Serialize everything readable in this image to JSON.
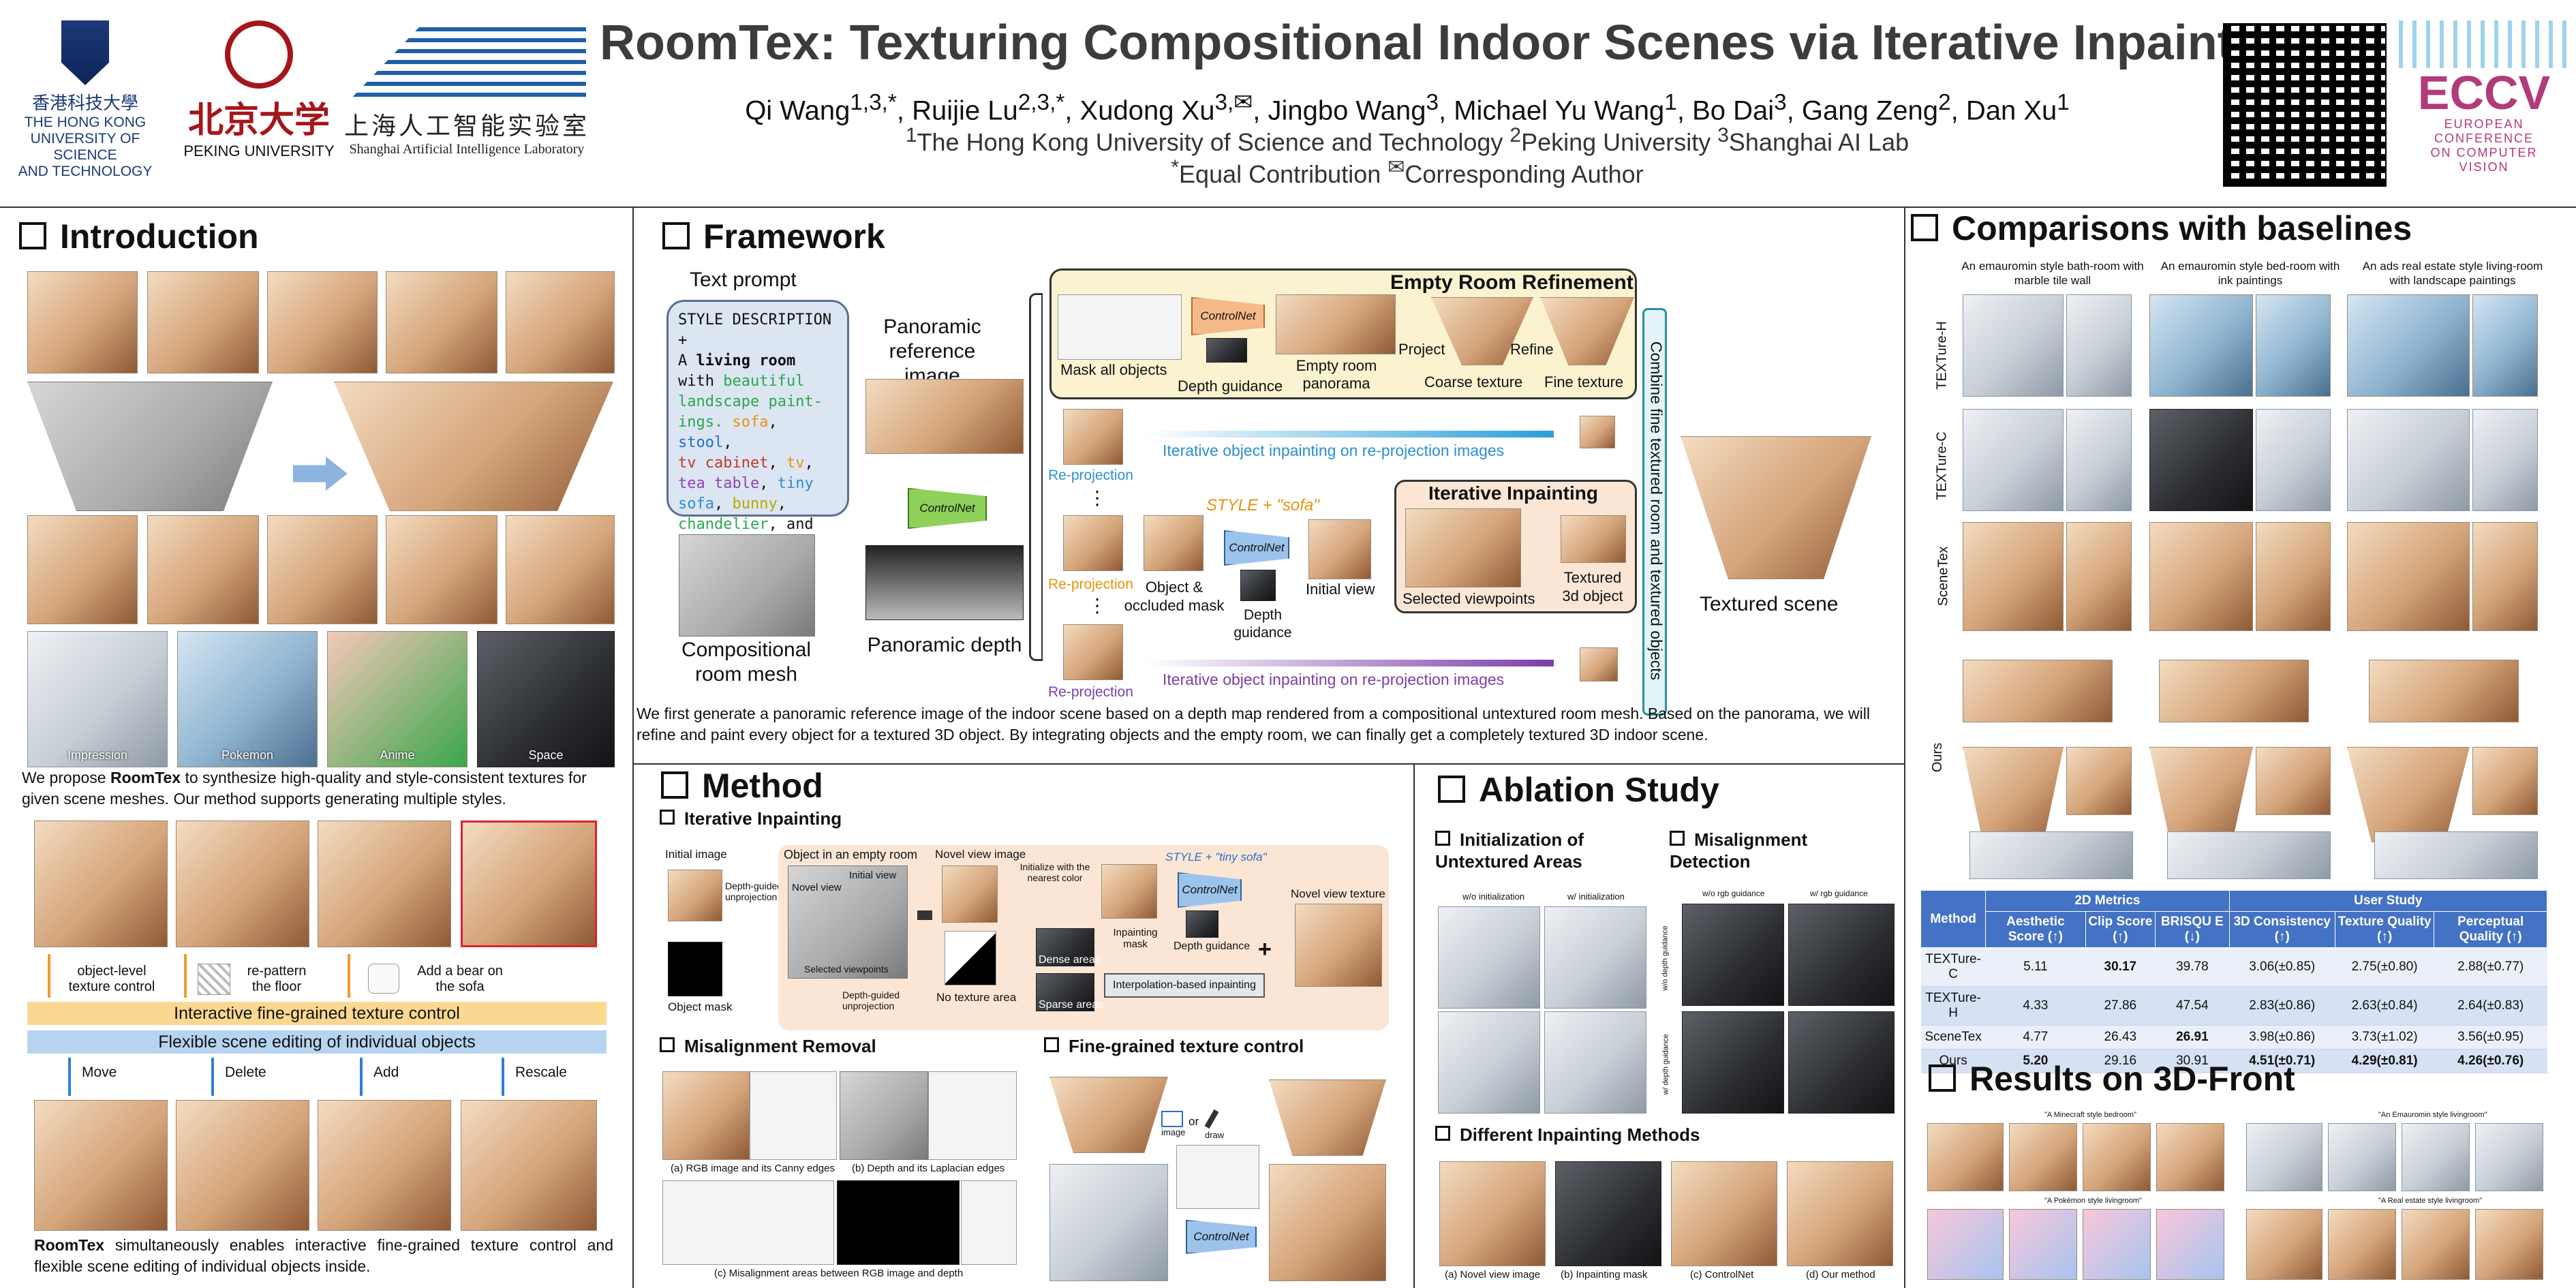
{
  "header": {
    "title": "RoomTex: Texturing Compositional Indoor Scenes via Iterative Inpainting",
    "authors_html": "Qi Wang<sup>1,3,*</sup>, Ruijie Lu<sup>2,3,*</sup>, Xudong Xu<sup>3,✉</sup>, Jingbo Wang<sup>3</sup>, Michael Yu Wang<sup>1</sup>, Bo Dai<sup>3</sup>, Gang Zeng<sup>2</sup>, Dan Xu<sup>1</sup>",
    "affiliations_html": "<sup>1</sup>The Hong Kong University of Science and Technology <sup>2</sup>Peking University <sup>3</sup>Shanghai AI Lab",
    "notes_html": "<sup>*</sup>Equal Contribution <sup>✉</sup>Corresponding Author",
    "logos": {
      "hkust_cn": "香港科技大學",
      "hkust_en_1": "THE HONG KONG",
      "hkust_en_2": "UNIVERSITY OF SCIENCE",
      "hkust_en_3": "AND TECHNOLOGY",
      "pku_cn": "北京大学",
      "pku_en": "PEKING UNIVERSITY",
      "shlab_cn": "上海人工智能实验室",
      "shlab_en": "Shanghai Artificial Intelligence Laboratory",
      "eccv": "ECCV",
      "eccv_sub_1": "EUROPEAN",
      "eccv_sub_2": "CONFERENCE",
      "eccv_sub_3": "ON COMPUTER",
      "eccv_sub_4": "VISION"
    }
  },
  "intro": {
    "title": "Introduction",
    "styles": [
      "Impression",
      "Pokemon",
      "Anime",
      "Space"
    ],
    "text1_html": "We propose <b>RoomTex</b> to synthesize high-quality and style-consistent textures for given scene meshes. Our method supports generating multiple styles.",
    "ctrl_1": "object-level texture control",
    "ctrl_2": "re-pattern the floor",
    "ctrl_3": "Add a bear on the sofa",
    "bar1": "Interactive fine-grained texture control",
    "bar2": "Flexible scene editing of individual objects",
    "ops": [
      "Move",
      "Delete",
      "Add",
      "Rescale"
    ],
    "text2_html": "<b>RoomTex</b> simultaneously enables interactive fine-grained texture control and flexible scene editing of individual objects inside."
  },
  "framework": {
    "title": "Framework",
    "text_prompt": "Text prompt",
    "prompt_html": "STYLE DESCRIPTION +<br>A <b>living room</b><br>with <span style='color:#2aa84a'>beautiful landscape paint-ings.</span> <span style='color:#e8930c'>sofa</span>, <span style='color:#1d6fd1'>stool</span>,<br><span style='color:#c0392b'>tv cabinet</span>, <span style='color:#e8930c'>tv</span>,<br><span style='color:#8e44ad'>tea table</span>, <span style='color:#2a8fd1'>tiny sofa</span>, <span style='color:#b8a800'>bunny</span>, <span style='color:#2aa84a'>chandelier</span>, and<br><span style='color:#888'>rounded watch.</span>",
    "pano_ref": "Panoramic reference image",
    "pano_depth": "Panoramic depth",
    "comp_mesh": "Compositional room mesh",
    "controlnet": "ControlNet",
    "empty_room": "Empty Room Refinement",
    "mask_all": "Mask all objects",
    "depth_guidance": "Depth guidance",
    "empty_pano": "Empty room panorama",
    "project": "Project",
    "refine": "Refine",
    "coarse": "Coarse texture",
    "fine": "Fine texture",
    "reprojection": "Re-projection",
    "iter_reproj": "Iterative object inpainting on re-projection images",
    "obj_mask": "Object & occluded mask",
    "depth_guid2": "Depth guidance",
    "style_sofa": "STYLE + \"sofa\"",
    "initial_view": "Initial view",
    "iter_inpaint": "Iterative Inpainting",
    "selected_vp": "Selected viewpoints",
    "textured_obj": "Textured 3d object",
    "combine": "Combine fine textured room and textured objects",
    "textured_scene": "Textured scene",
    "dots": "⋮",
    "caption": "We first generate a panoramic reference image of the indoor scene based on a depth map rendered from a compositional untextured room mesh. Based on the panorama, we will refine and paint every object for a textured 3D object. By integrating objects and the empty room, we can finally get a completely textured 3D indoor scene."
  },
  "method": {
    "title": "Method",
    "sub1": "Iterative Inpainting",
    "initial_image": "Initial image",
    "object_mask": "Object mask",
    "dgu": "Depth-guided unprojection",
    "obj_empty": "Object in an empty room",
    "novel_view": "Novel view",
    "initial_view": "Initial view",
    "selected_vp": "Selected viewpoints",
    "dgu2": "Depth-guided unprojection",
    "novel_view_img": "Novel view image",
    "init_nearest": "Initialize with the nearest color",
    "no_texture": "No texture area",
    "dense": "Dense areas",
    "sparse": "Sparse areas",
    "inpaint_mask": "Inpainting mask",
    "style_tiny": "STYLE + \"tiny sofa\"",
    "controlnet": "ControlNet",
    "depth_guidance": "Depth guidance",
    "interp": "Interpolation-based inpainting",
    "novel_tex": "Novel view texture",
    "sub2": "Misalignment Removal",
    "mr_a": "(a) RGB image and its Canny edges",
    "mr_b": "(b) Depth and its Laplacian edges",
    "mr_c": "(c) Misalignment areas between RGB image and depth",
    "sub3": "Fine-grained texture control",
    "image_lbl": "image",
    "or": "or",
    "draw": "draw"
  },
  "ablation": {
    "title": "Ablation Study",
    "sub1": "Initialization of Untextured Areas",
    "wo_init": "w/o initialization",
    "w_init": "w/ initialization",
    "sub2": "Misalignment Detection",
    "wo_rgb": "w/o rgb guidance",
    "w_rgb": "w/ rgb guidance",
    "wo_depth": "w/o depth guidance",
    "w_depth": "w/ depth guidance",
    "sub3": "Different Inpainting Methods",
    "captions": [
      "(a) Novel view image",
      "(b) Inpainting mask",
      "(c) ControlNet",
      "(d) Our method"
    ]
  },
  "comparisons": {
    "title": "Comparisons with baselines",
    "prompts": [
      "An emauromin style bath-room with marble tile wall",
      "An emauromin style bed-room with ink paintings",
      "An ads real estate style living-room with landscape paintings"
    ],
    "rows": [
      "TEXTure-H",
      "TEXTure-C",
      "SceneTex",
      "Ours"
    ],
    "table": {
      "group_2d": "2D Metrics",
      "group_user": "User Study",
      "headers": [
        "Method",
        "Aesthetic Score (↑)",
        "Clip Score (↑)",
        "BRISQU E (↓)",
        "3D Consistency (↑)",
        "Texture Quality (↑)",
        "Perceptual Quality (↑)"
      ],
      "rows": [
        [
          "TEXTure-C",
          "5.11",
          "30.17",
          "39.78",
          "3.06(±0.85)",
          "2.75(±0.80)",
          "2.88(±0.77)"
        ],
        [
          "TEXTure-H",
          "4.33",
          "27.86",
          "47.54",
          "2.83(±0.86)",
          "2.63(±0.84)",
          "2.64(±0.83)"
        ],
        [
          "SceneTex",
          "4.77",
          "26.43",
          "26.91",
          "3.98(±0.86)",
          "3.73(±1.02)",
          "3.56(±0.95)"
        ],
        [
          "Ours",
          "5.20",
          "29.16",
          "30.91",
          "4.51(±0.71)",
          "4.29(±0.81)",
          "4.26(±0.76)"
        ]
      ],
      "bold": [
        [
          0,
          2
        ],
        [
          2,
          3
        ],
        [
          3,
          1
        ],
        [
          3,
          4
        ],
        [
          3,
          5
        ],
        [
          3,
          6
        ]
      ]
    },
    "results_title": "Results on 3D-Front",
    "res_caps": [
      "\"A Minecraft style bedroom\"",
      "\"An Emauromin style livingroom\"",
      "\"A Pokémon style livingroom\"",
      "\"A Real estate style livingroom\""
    ]
  }
}
